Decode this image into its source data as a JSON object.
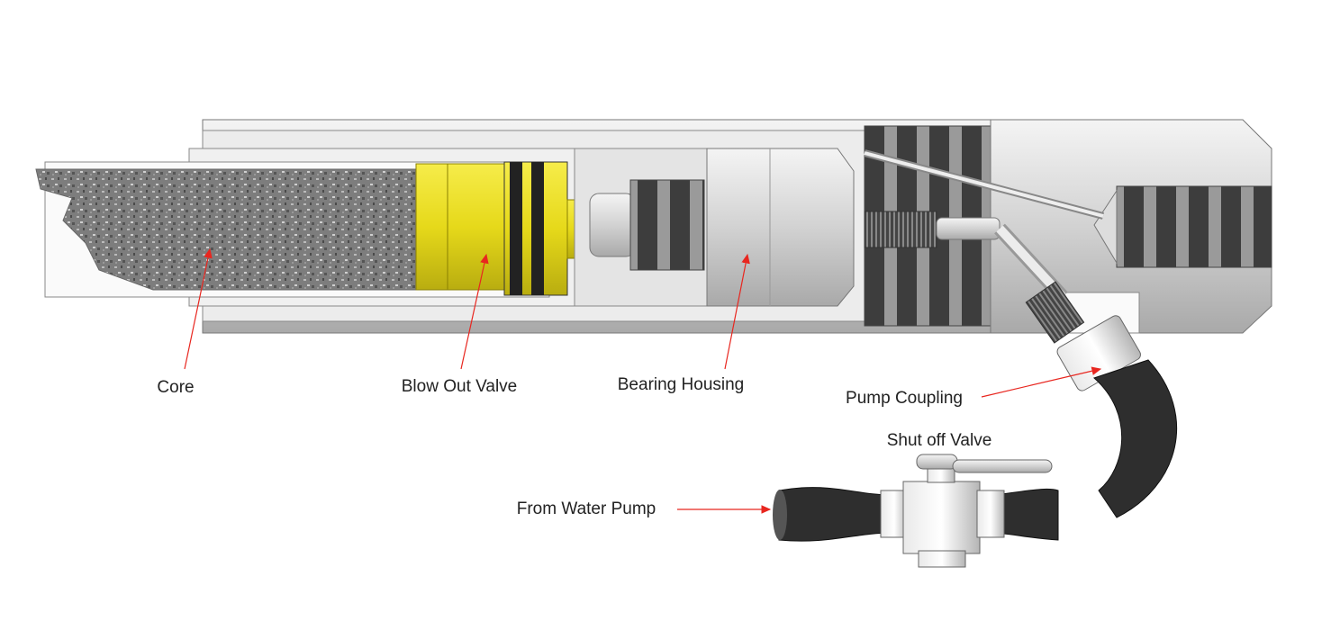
{
  "labels": {
    "core": "Core",
    "blow_out_valve": "Blow Out Valve",
    "bearing_housing": "Bearing Housing",
    "pump_coupling": "Pump Coupling",
    "shut_off_valve": "Shut off Valve",
    "from_water_pump": "From Water Pump"
  },
  "colors": {
    "arrow": "#e8261f",
    "valve_yellow": "#e6d91a",
    "steel": "#c8c8c8",
    "hose": "#2e2e2e"
  }
}
